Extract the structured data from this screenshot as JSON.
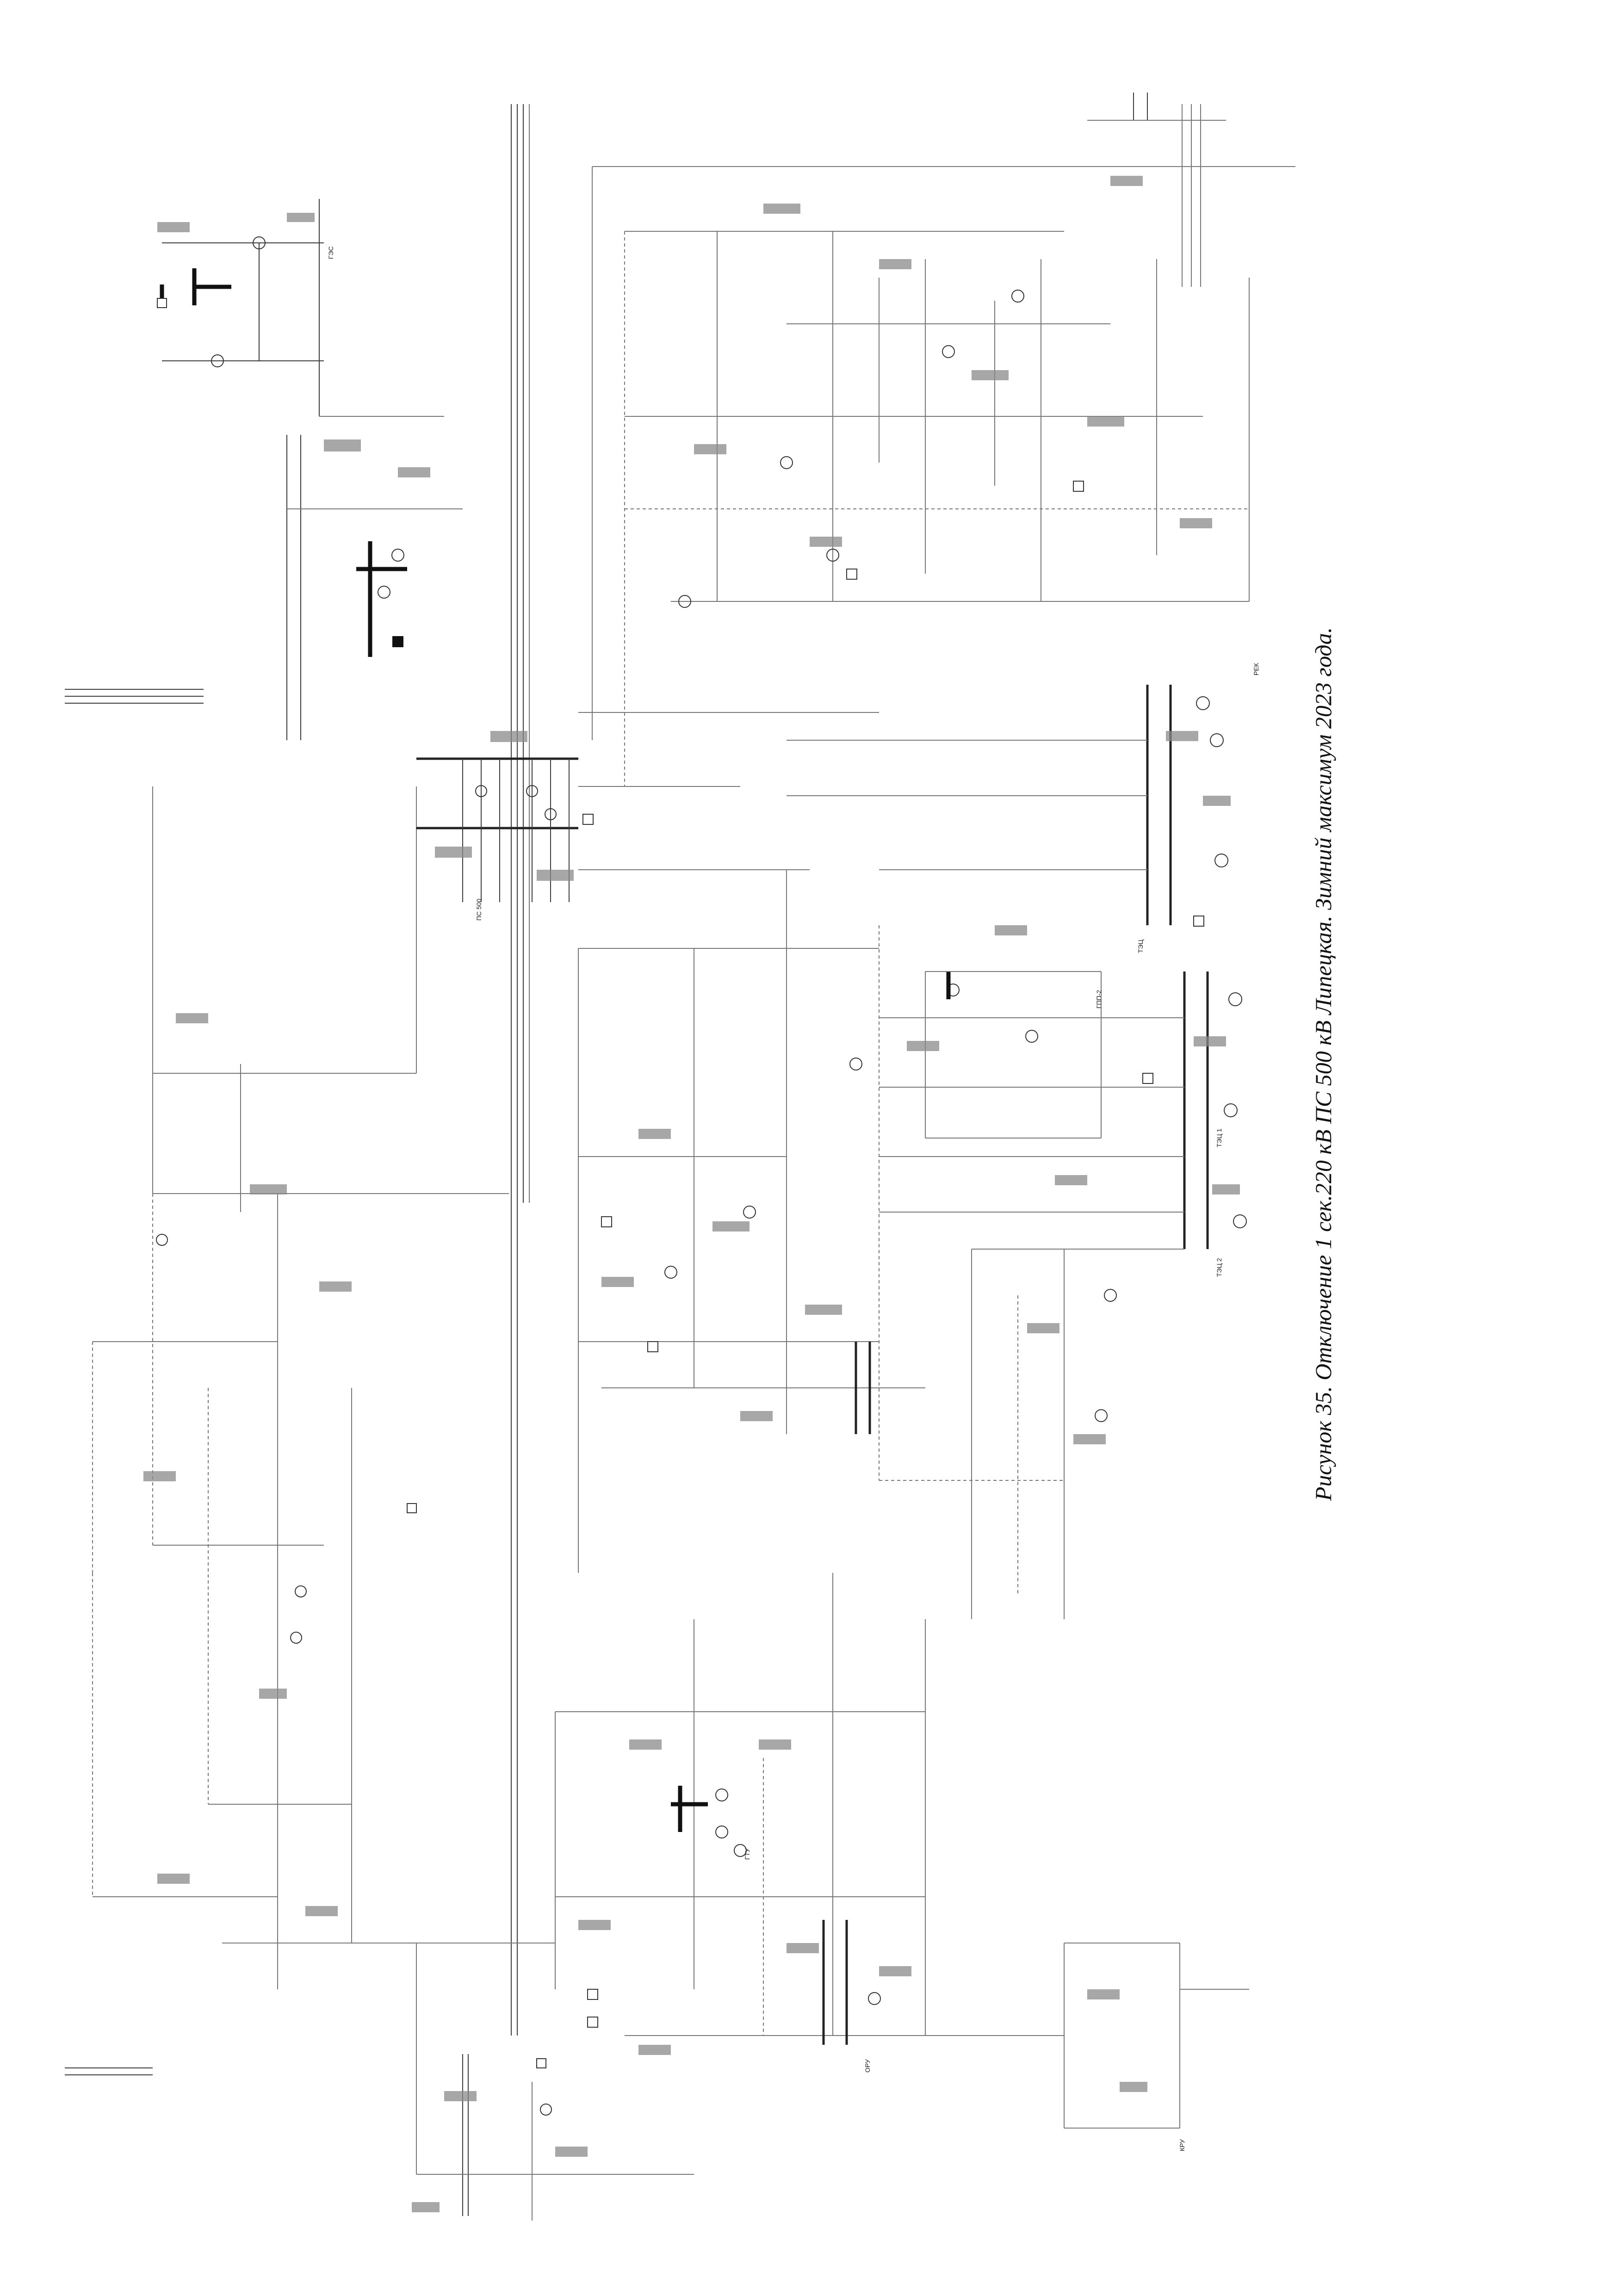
{
  "caption": "Рисунок 35. Отключение 1 сек.220 кВ ПС 500 кВ Липецкая. Зимний максимум 2023 года.",
  "labels": [
    {
      "key": "ps500",
      "text": "ПС 500"
    },
    {
      "key": "ges",
      "text": "ГЭС"
    },
    {
      "key": "tec",
      "text": "ТЭЦ"
    },
    {
      "key": "rek",
      "text": "РЕК"
    },
    {
      "key": "gpp",
      "text": "ГПП-2"
    },
    {
      "key": "ts1",
      "text": "ТЭЦ 1"
    },
    {
      "key": "ts2",
      "text": "ТЭЦ 2"
    },
    {
      "key": "gtu",
      "text": "ГТУ"
    },
    {
      "key": "ort",
      "text": "ОРУ"
    },
    {
      "key": "kru",
      "text": "КРУ"
    }
  ]
}
